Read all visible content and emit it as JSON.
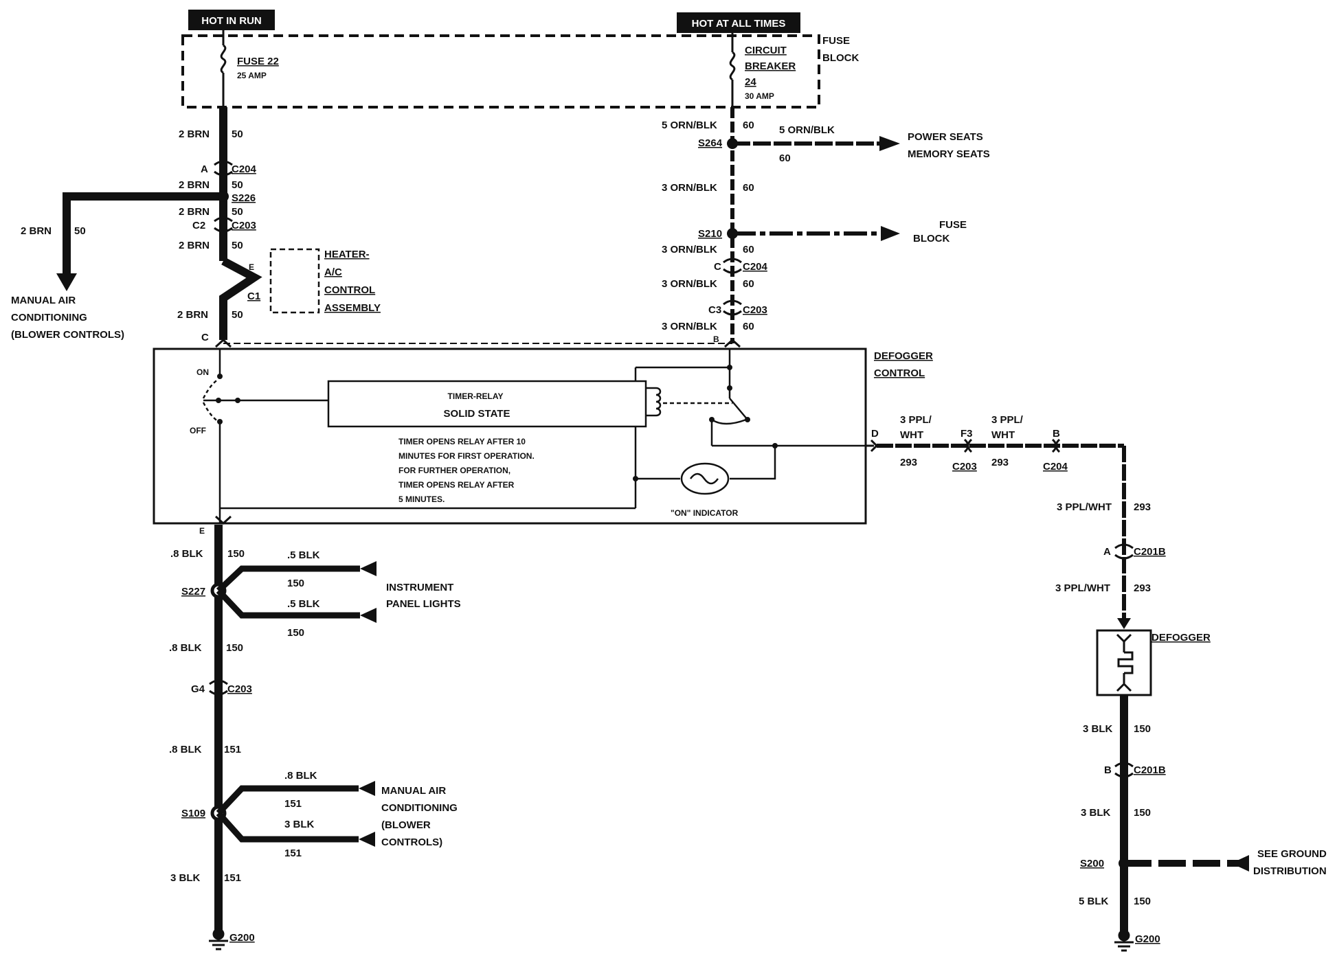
{
  "header": {
    "hot_in_run": "HOT IN RUN",
    "hot_at_all_times": "HOT AT ALL TIMES"
  },
  "fuse_block": {
    "label": [
      "FUSE",
      "BLOCK"
    ],
    "fuse22": {
      "name": "FUSE 22",
      "rating": "25 AMP"
    },
    "breaker24": {
      "name": [
        "CIRCUIT",
        "BREAKER",
        "24"
      ],
      "rating": "30 AMP"
    }
  },
  "left_feed": {
    "seg1": {
      "wire": "2 BRN",
      "circuit": "50"
    },
    "c204": {
      "pin": "A",
      "conn": "C204"
    },
    "seg2": {
      "wire": "2 BRN",
      "circuit": "50"
    },
    "s226": "S226",
    "seg3": {
      "wire": "2 BRN",
      "circuit": "50"
    },
    "c203": {
      "pin": "C2",
      "conn": "C203"
    },
    "seg4": {
      "wire": "2 BRN",
      "circuit": "50"
    },
    "c1": {
      "pin": "E",
      "conn": "C1"
    },
    "seg5": {
      "wire": "2 BRN",
      "circuit": "50"
    },
    "branch": {
      "wire": "2 BRN",
      "circuit": "50",
      "dest": [
        "MANUAL AIR",
        "CONDITIONING",
        "(BLOWER CONTROLS)"
      ]
    },
    "heater": [
      "HEATER-",
      "A/C",
      "CONTROL",
      "ASSEMBLY"
    ]
  },
  "right_feed": {
    "seg1": {
      "wire": "5 ORN/BLK",
      "circuit": "60"
    },
    "s264": "S264",
    "power_seats": {
      "wire": "5 ORN/BLK",
      "circuit": "60",
      "dest": [
        "POWER SEATS",
        "MEMORY SEATS"
      ]
    },
    "seg2": {
      "wire": "3 ORN/BLK",
      "circuit": "60"
    },
    "s210": "S210",
    "fuse_block_dest": [
      "FUSE",
      "BLOCK"
    ],
    "seg3": {
      "wire": "3 ORN/BLK",
      "circuit": "60"
    },
    "c204": {
      "pin": "C",
      "conn": "C204"
    },
    "seg4": {
      "wire": "3 ORN/BLK",
      "circuit": "60"
    },
    "c203": {
      "pin": "C3",
      "conn": "C203"
    },
    "seg5": {
      "wire": "3 ORN/BLK",
      "circuit": "60"
    }
  },
  "defogger_control": {
    "title": [
      "DEFOGGER",
      "CONTROL"
    ],
    "pin_c": "C",
    "pin_b": "B",
    "pin_d": "D",
    "pin_e": "E",
    "switch_on": "ON",
    "switch_off": "OFF",
    "relay": [
      "TIMER-RELAY",
      "SOLID STATE"
    ],
    "note": [
      "TIMER OPENS RELAY AFTER 10",
      "MINUTES FOR FIRST OPERATION.",
      "FOR FURTHER OPERATION,",
      "TIMER OPENS RELAY AFTER",
      "5 MINUTES."
    ],
    "indicator": "\"ON\" INDICATOR"
  },
  "output": {
    "seg1": {
      "wire": [
        "3 PPL/",
        "WHT"
      ],
      "circuit": "293"
    },
    "f3": {
      "pin": "F3",
      "conn": "C203"
    },
    "seg2": {
      "wire": [
        "3 PPL/",
        "WHT"
      ],
      "circuit": "293"
    },
    "b": {
      "pin": "B",
      "conn": "C204"
    },
    "seg3": {
      "wire": "3 PPL/WHT",
      "circuit": "293"
    },
    "c201b_a": {
      "pin": "A",
      "conn": "C201B"
    },
    "seg4": {
      "wire": "3 PPL/WHT",
      "circuit": "293"
    },
    "defogger": "DEFOGGER",
    "seg5": {
      "wire": "3 BLK",
      "circuit": "150"
    },
    "c201b_b": {
      "pin": "B",
      "conn": "C201B"
    },
    "seg6": {
      "wire": "3 BLK",
      "circuit": "150"
    },
    "s200": "S200",
    "ground_dist": [
      "SEE GROUND",
      "DISTRIBUTION"
    ],
    "seg7": {
      "wire": "5 BLK",
      "circuit": "150"
    },
    "g200": "G200"
  },
  "ground_left": {
    "seg1": {
      "wire": ".8 BLK",
      "circuit": "150"
    },
    "s227": "S227",
    "ip1": {
      "wire": ".5 BLK",
      "circuit": "150"
    },
    "ip2": {
      "wire": ".5 BLK",
      "circuit": "150"
    },
    "ip_dest": [
      "INSTRUMENT",
      "PANEL LIGHTS"
    ],
    "seg2": {
      "wire": ".8 BLK",
      "circuit": "150"
    },
    "c203": {
      "pin": "G4",
      "conn": "C203"
    },
    "seg3": {
      "wire": ".8 BLK",
      "circuit": "151"
    },
    "s109": "S109",
    "mac1": {
      "wire": ".8 BLK",
      "circuit": "151"
    },
    "mac2": {
      "wire": "3 BLK",
      "circuit": "151"
    },
    "mac_dest": [
      "MANUAL AIR",
      "CONDITIONING",
      "(BLOWER",
      "CONTROLS)"
    ],
    "seg4": {
      "wire": "3 BLK",
      "circuit": "151"
    },
    "g200": "G200"
  }
}
